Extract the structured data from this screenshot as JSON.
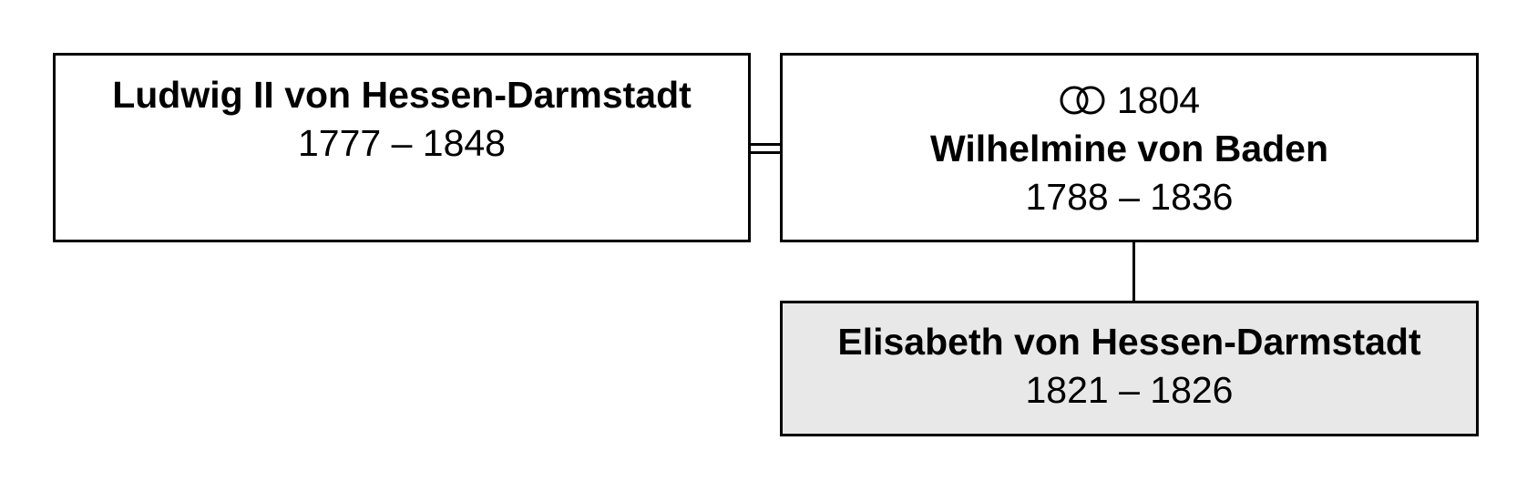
{
  "father": {
    "name": "Ludwig II von Hessen-Darmstadt",
    "dates": "1777 – 1848"
  },
  "mother": {
    "marriage_year": "1804",
    "name": "Wilhelmine von Baden",
    "dates": "1788 – 1836"
  },
  "child": {
    "name": "Elisabeth von Hessen-Darmstadt",
    "dates": "1821 – 1826"
  },
  "icons": {
    "marriage": "wedding-rings-icon"
  },
  "colors": {
    "border": "#000000",
    "child_fill": "#e8e8e8",
    "parent_fill": "#ffffff"
  }
}
